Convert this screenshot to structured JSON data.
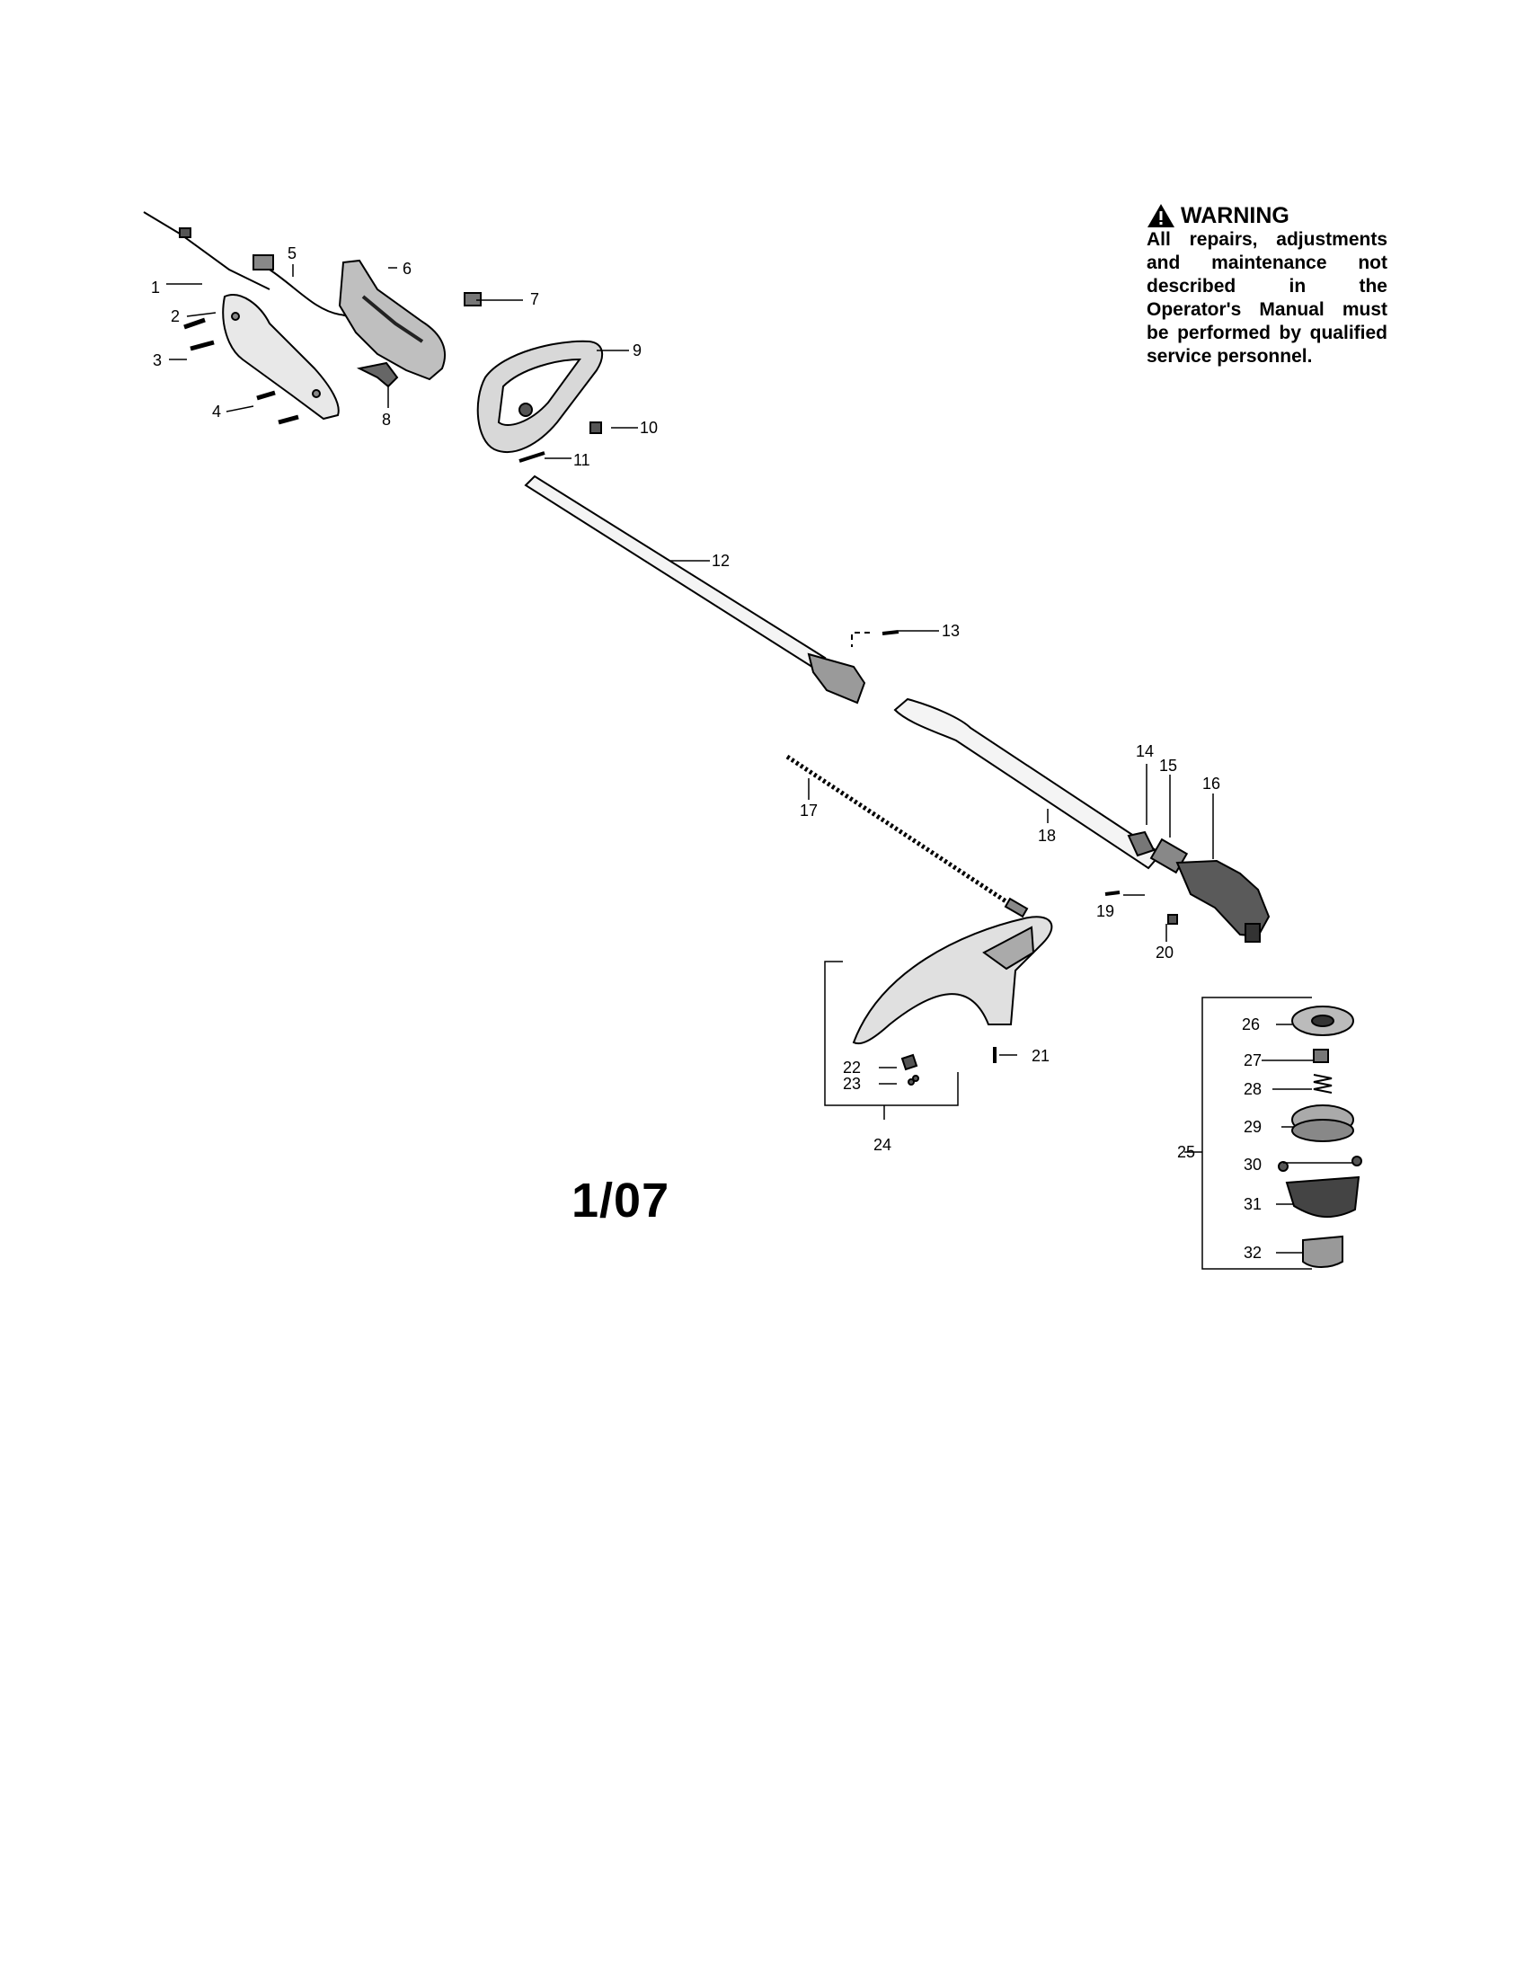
{
  "warning": {
    "icon": "warning-triangle-icon",
    "heading": "WARNING",
    "text": "All repairs, adjustments and maintenance not described in the Operator's Manual must be performed by qualified service personnel."
  },
  "date_code": "1/07",
  "callouts": [
    "1",
    "2",
    "3",
    "4",
    "5",
    "6",
    "7",
    "8",
    "9",
    "10",
    "11",
    "12",
    "13",
    "14",
    "15",
    "16",
    "17",
    "18",
    "19",
    "20",
    "21",
    "22",
    "23",
    "24",
    "25",
    "26",
    "27",
    "28",
    "29",
    "30",
    "31",
    "32"
  ]
}
